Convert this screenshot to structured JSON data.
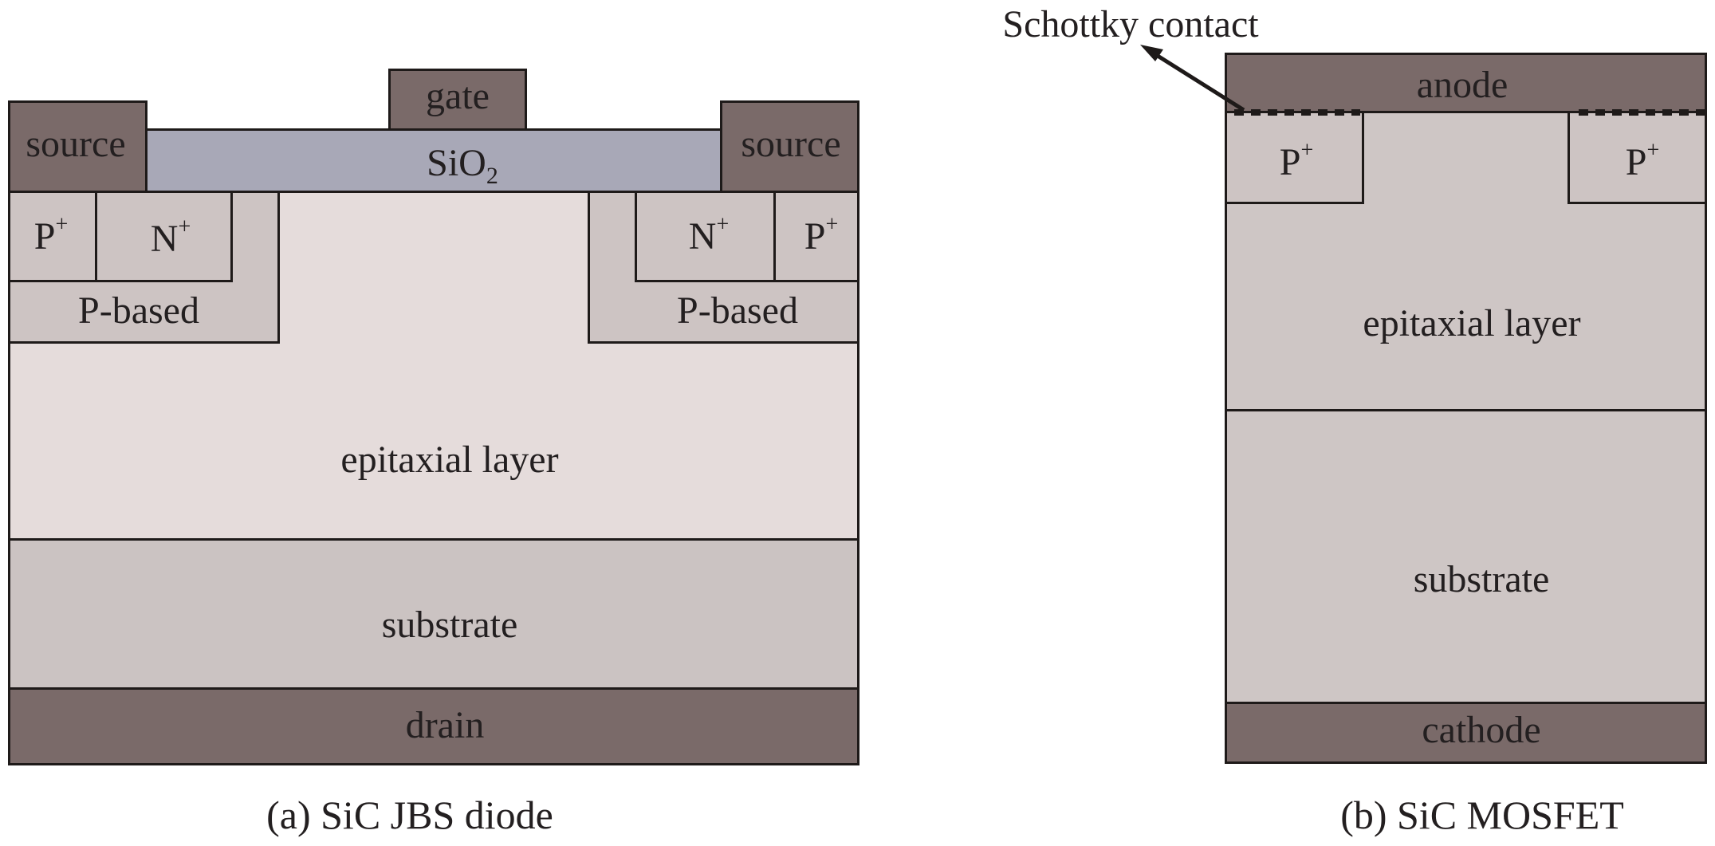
{
  "left_diagram": {
    "gate": "gate",
    "source_left": "source",
    "source_right": "source",
    "oxide": {
      "base": "SiO",
      "sub": "2"
    },
    "p_plus_left": {
      "base": "P",
      "sup": "+"
    },
    "n_plus_left": {
      "base": "N",
      "sup": "+"
    },
    "n_plus_right": {
      "base": "N",
      "sup": "+"
    },
    "p_plus_right": {
      "base": "P",
      "sup": "+"
    },
    "p_based_left": "P-based",
    "p_based_right": "P-based",
    "epitaxial": "epitaxial layer",
    "substrate": "substrate",
    "drain": "drain",
    "caption": "(a) SiC JBS diode"
  },
  "right_diagram": {
    "annotation": "Schottky contact",
    "anode": "anode",
    "p_plus_left": {
      "base": "P",
      "sup": "+"
    },
    "p_plus_right": {
      "base": "P",
      "sup": "+"
    },
    "epitaxial": "epitaxial layer",
    "substrate": "substrate",
    "cathode": "cathode",
    "caption": "(b) SiC MOSFET"
  },
  "colors": {
    "metal": "#7a6a69",
    "oxide": "#a8a8b7",
    "p_region": "#cdc4c3",
    "epitaxial_left": "#e5dcdb",
    "substrate": "#cbc3c2",
    "outline": "#1e1a19"
  }
}
